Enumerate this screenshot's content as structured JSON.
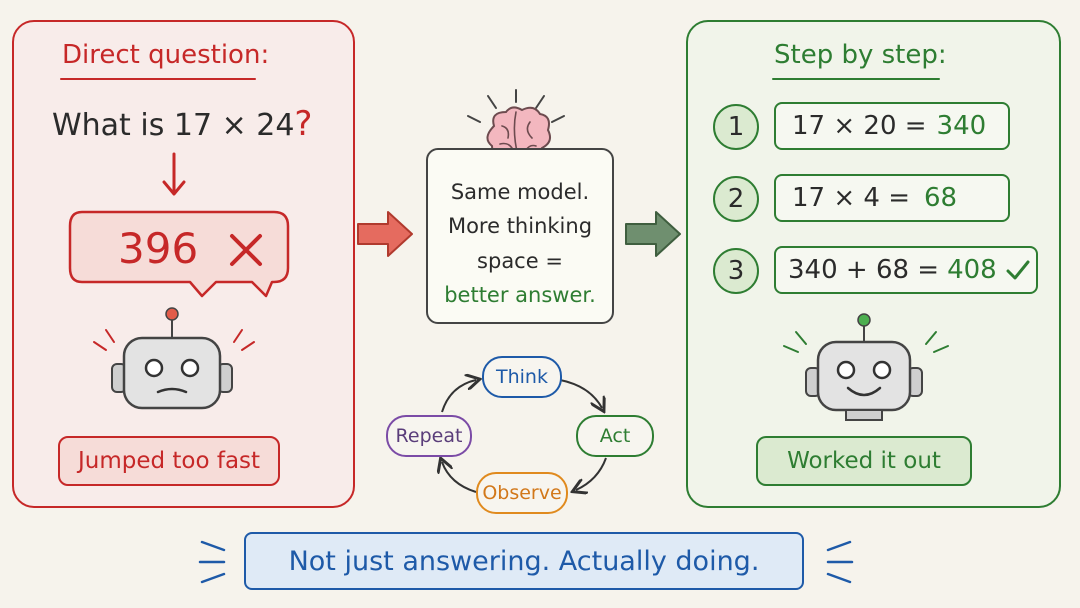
{
  "left_panel": {
    "heading": "Direct question:",
    "question_prefix": "What is 17 × 24",
    "question_mark": "?",
    "answer": "396",
    "status": "Jumped too fast"
  },
  "middle": {
    "line1": "Same model.",
    "line2": "More thinking",
    "line3": "space =",
    "line4": "better answer."
  },
  "cycle": {
    "think": "Think",
    "act": "Act",
    "observe": "Observe",
    "repeat": "Repeat"
  },
  "right_panel": {
    "heading": "Step by step:",
    "steps": [
      {
        "num": "1",
        "expr": "17 × 20  =",
        "result": "340"
      },
      {
        "num": "2",
        "expr": "17 × 4  =",
        "result": "68"
      },
      {
        "num": "3",
        "expr": "340 + 68 =",
        "result": "408"
      }
    ],
    "status": "Worked it out"
  },
  "footer": {
    "tagline": "Not just answering. Actually doing."
  },
  "colors": {
    "red": "#c62828",
    "green": "#2e7d32",
    "blue": "#1e5aa8",
    "orange": "#e08a1e",
    "purple": "#7b4ba6",
    "background": "#f6f3ec"
  }
}
